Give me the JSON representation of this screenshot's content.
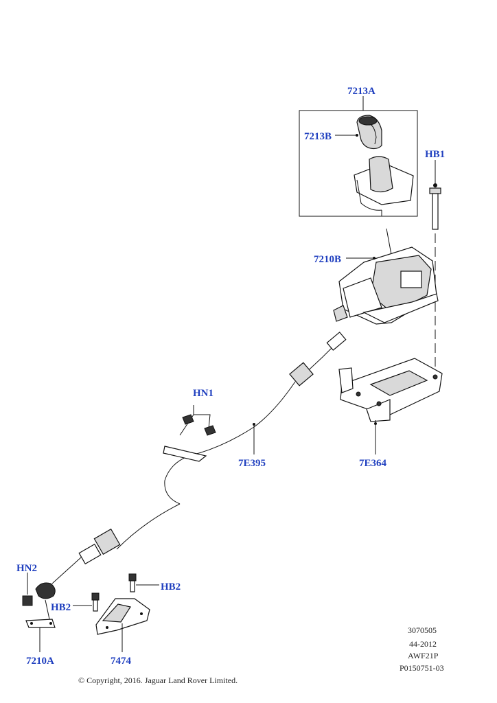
{
  "callouts": {
    "c7213A": "7213A",
    "c7213B": "7213B",
    "cHB1": "HB1",
    "c7210B": "7210B",
    "cHN1": "HN1",
    "c7E395": "7E395",
    "c7E364": "7E364",
    "cHN2": "HN2",
    "cHB2a": "HB2",
    "cHB2b": "HB2",
    "c7210A": "7210A",
    "c7474": "7474"
  },
  "reference": {
    "line1": "3070505",
    "line2": "44-2012",
    "line3": "AWF21P",
    "line4": "P0150751-03"
  },
  "copyright": "© Copyright, 2016. Jaguar Land Rover Limited."
}
